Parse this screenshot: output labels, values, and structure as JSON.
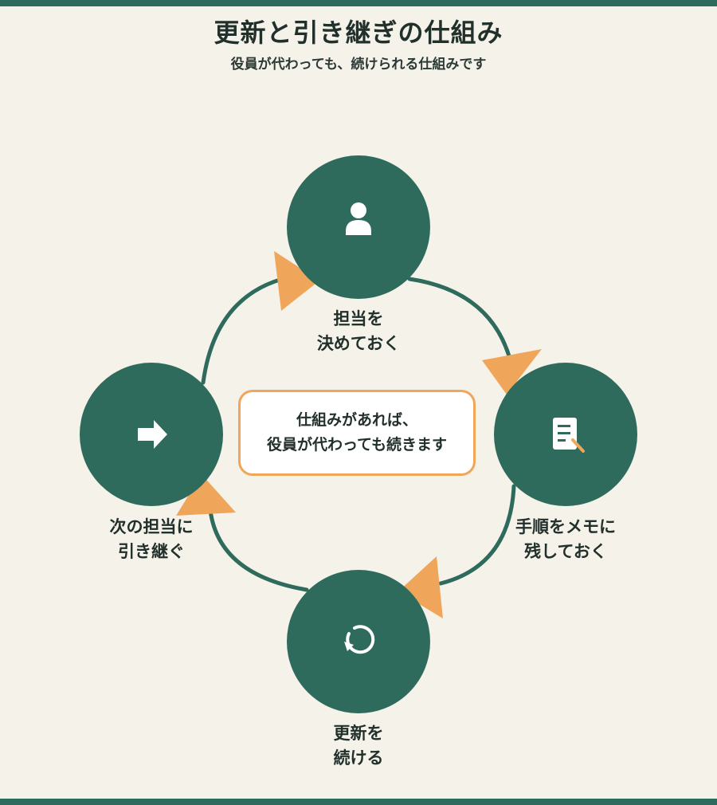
{
  "header": {
    "title": "更新と引き継ぎの仕組み",
    "subtitle": "役員が代わっても、続けられる仕組みです"
  },
  "steps": [
    {
      "icon": "person-icon",
      "line1": "担当を",
      "line2": "決めておく"
    },
    {
      "icon": "memo-icon",
      "line1": "手順をメモに",
      "line2": "残しておく"
    },
    {
      "icon": "refresh-icon",
      "line1": "更新を",
      "line2": "続ける"
    },
    {
      "icon": "arrow-right-icon",
      "line1": "次の担当に",
      "line2": "引き継ぐ"
    }
  ],
  "center": {
    "line1": "仕組みがあれば、",
    "line2": "役員が代わっても続きます"
  },
  "colors": {
    "primary": "#2e6b5c",
    "accent": "#f0a65a",
    "background": "#f5f2ea"
  }
}
